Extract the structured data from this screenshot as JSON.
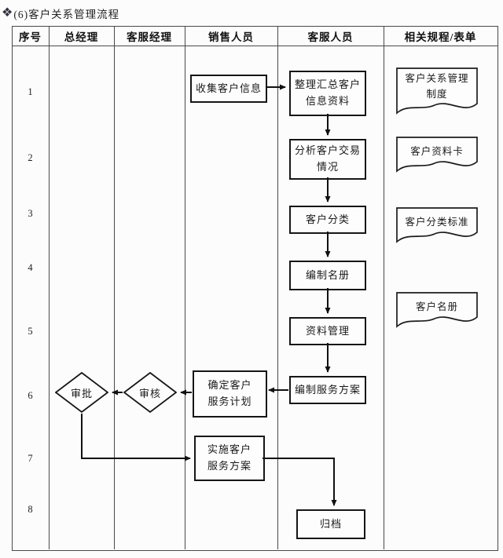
{
  "title": {
    "icon": "diamond-cluster",
    "text": "(6)客户关系管理流程"
  },
  "colors": {
    "background": "#fcfcfc",
    "grid": "#4a4a4a",
    "node_border": "#161616",
    "arrow": "#111111",
    "text": "#1a1a1a"
  },
  "table": {
    "headers": [
      "序号",
      "总经理",
      "客服经理",
      "销售人员",
      "客服人员",
      "相关规程/表单"
    ],
    "row_numbers": [
      "1",
      "2",
      "3",
      "4",
      "5",
      "6",
      "7",
      "8"
    ]
  },
  "flow": {
    "boxes": {
      "collect_info": "收集客户信息",
      "organize_info": "整理汇总客户\n信息资料",
      "analyze_trade": "分析客户交易\n情况",
      "classify": "客户分类",
      "roster": "编制名册",
      "data_mgmt": "资料管理",
      "service_scheme": "编制服务方案",
      "service_plan": "确定客户\n服务计划",
      "implement_plan": "实施客户\n服务方案",
      "archive": "归档"
    },
    "decisions": {
      "approve": "审批",
      "review": "审核"
    },
    "documents": [
      "客户关系管理\n制度",
      "客户资料卡",
      "客户分类标准",
      "客户名册"
    ]
  }
}
